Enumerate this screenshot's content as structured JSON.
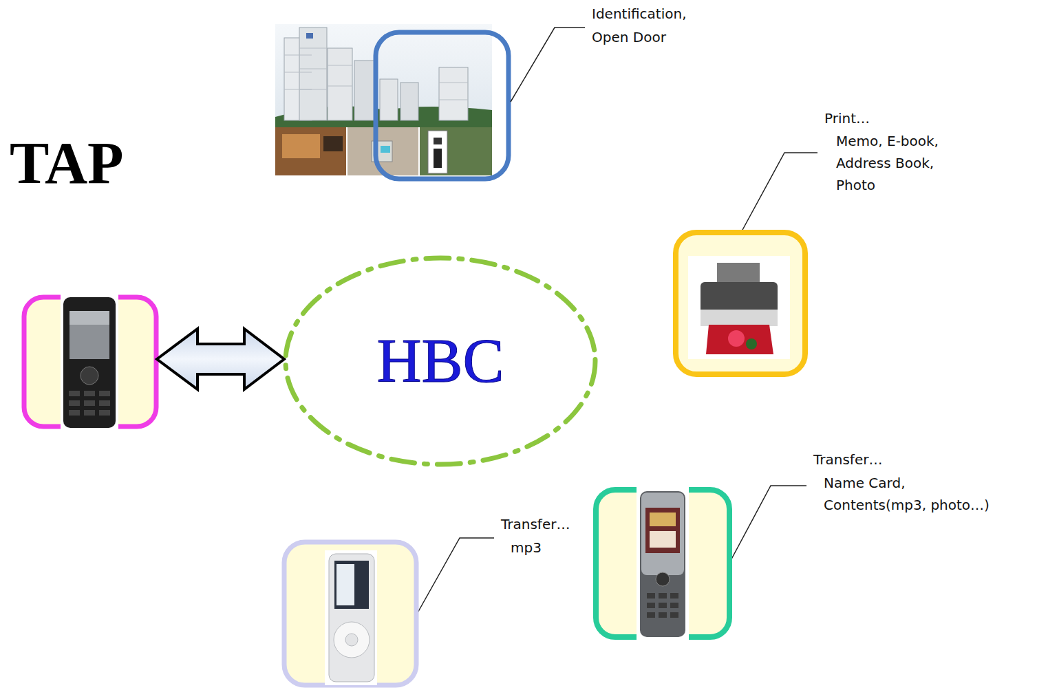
{
  "diagram": {
    "title": "TAP",
    "nodes": [
      {
        "text": [
          "HBC"
        ]
      }
    ],
    "labels": [
      "Identification,",
      "Open Door",
      "Print…",
      "Memo, E-book,",
      "Address Book,",
      "Photo",
      "Transfer…",
      "mp3",
      "Transfer…",
      "Name Card,",
      "Contents(mp3, photo…)"
    ]
  }
}
